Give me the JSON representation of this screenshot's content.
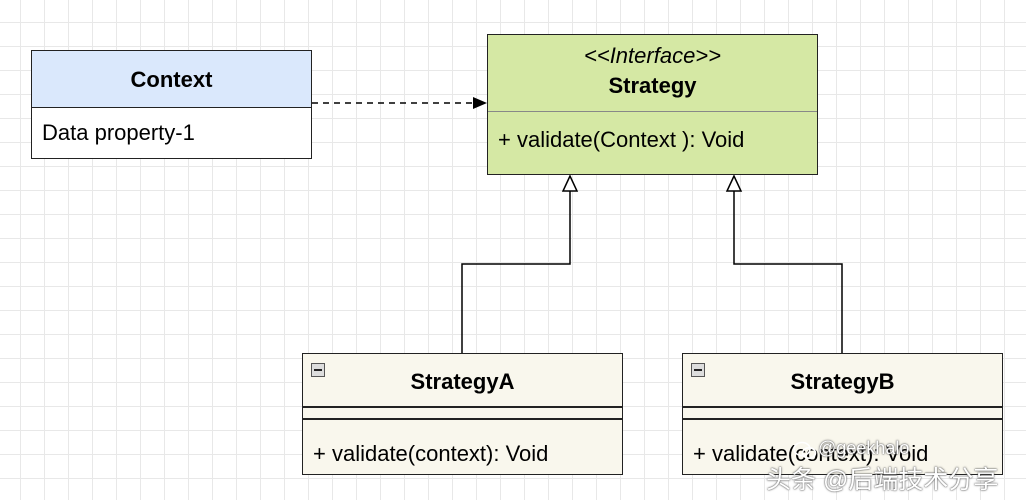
{
  "context": {
    "title": "Context",
    "members": [
      "Data property-1"
    ]
  },
  "strategy": {
    "stereotype": "<<Interface>>",
    "title": "Strategy",
    "methods": [
      "+ validate(Context ): Void"
    ]
  },
  "strategy_a": {
    "title": "StrategyA",
    "methods": [
      "+ validate(context): Void"
    ]
  },
  "strategy_b": {
    "title": "StrategyB",
    "methods": [
      "+ validate(context): Void"
    ]
  },
  "watermark": {
    "handle": "@geekhalo",
    "brand": "头条 @后端技术分享"
  },
  "colors": {
    "context_header": "#dae8fc",
    "interface_fill": "#d5e8a4",
    "impl_fill": "#f9f7ed",
    "line": "#000000"
  }
}
